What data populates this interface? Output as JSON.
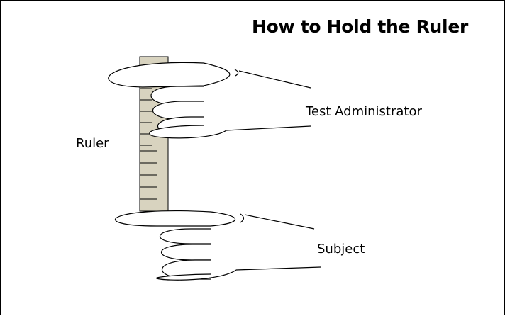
{
  "title": "How to Hold the Ruler",
  "labels": {
    "ruler": "Ruler",
    "test_administrator": "Test Administrator",
    "subject": "Subject"
  },
  "colors": {
    "ruler_fill": "#d8d3bf",
    "outline": "#000000",
    "background": "#ffffff"
  }
}
